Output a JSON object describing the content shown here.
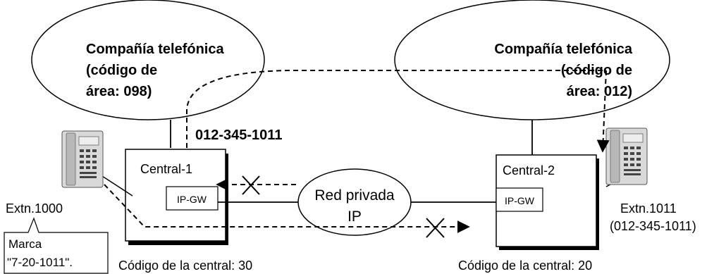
{
  "clouds": {
    "left": {
      "line1": "Compañía telefónica",
      "line2": "(código de",
      "line3": "área: 098)"
    },
    "right": {
      "line1": "Compañía telefónica",
      "line2": "(código de",
      "line3": "área: 012)"
    }
  },
  "dialed_number": "012-345-1011",
  "pbx": {
    "left": {
      "name": "Central-1",
      "gw": "IP-GW",
      "code": "Código de la central: 30"
    },
    "right": {
      "name": "Central-2",
      "gw": "IP-GW",
      "code": "Código de la central: 20"
    }
  },
  "network": {
    "line1": "Red privada",
    "line2": "IP"
  },
  "extensions": {
    "left": {
      "label": "Extn.1000"
    },
    "right": {
      "label": "Extn.1011",
      "number": "(012-345-1011)"
    }
  },
  "callout": {
    "line1": "Marca",
    "line2": "\"7-20-1011\"."
  }
}
